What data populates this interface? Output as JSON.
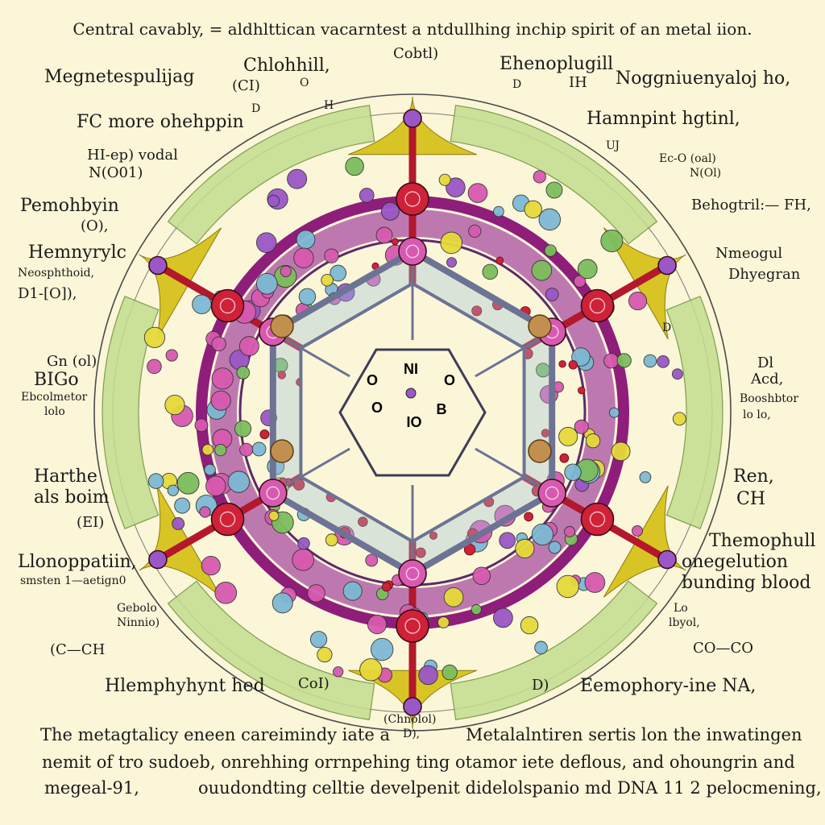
{
  "header": {
    "caption": "Central cavably, = aldhlttican vacarntest a ntdullhing inchip spirit of an metal iion."
  },
  "labels": {
    "left": [
      "Megnetespulijag",
      "FC more ohehppin",
      "HI-ep) vodal",
      "N(O01)",
      "Pemohbyin",
      "(O),",
      "Hemnyrylc",
      "Neosphthoid,",
      "D1-[O]),",
      "Gn (ol)",
      "BIGo",
      "Ebcolmetor",
      "lolo",
      "Harthe",
      "als boim",
      "(EI)",
      "Llonoppatiin,",
      "smsten 1—aetign0",
      "Gebolo",
      "Ninnio)",
      "(C—CH",
      "Hlemphyhynt hed",
      "CoI)"
    ],
    "top": [
      "Chlohhill,",
      "(CI)",
      "O",
      "D",
      "H",
      "Cobtl)",
      "Ehenoplugill",
      "D",
      "IH",
      "UJ"
    ],
    "right": [
      "Noggniuenyaloj ho,",
      "Hamnpint hgtinl,",
      "Ec-O (oal)",
      "N(Ol)",
      "Behogtril:— FH,",
      "Nmeogul",
      "Dhyegran",
      "D",
      "Dl",
      "Acd,",
      "Booshbtor",
      "lo lo,",
      "Ren,",
      "CH",
      "Themophull",
      "onegelution",
      "bunding blood",
      "Lo",
      "lbyol,",
      "CO—CO",
      "Eemophory-ine NA,",
      "D)"
    ],
    "bottom_center": [
      "(Chnolol)",
      "D),"
    ]
  },
  "center": {
    "top": "NI",
    "left": "O",
    "right": "O",
    "lower_left": "O",
    "lower_right": "B",
    "bottom": "IO"
  },
  "footer": {
    "line1_left": "The metagtalicy eneen careimindy iate a",
    "line1_right": "Metalalntiren sertis lon the inwatingen",
    "line2": "nemit of tro sudoeb, onrehhing orrnpehing ting otamor iete deflous, and ohoungrin and",
    "line3_left": "megeal-91,",
    "line3_right": "ouudondting celltie develpenit didelolspanio md DNA 11 2 pelocmening,"
  },
  "colors": {
    "background": "#fbf6d8",
    "ring_outer": "#8e1e7a",
    "ring_inner": "#a84fa2",
    "hex_frame": "#6c7394",
    "bond_red": "#b3182c",
    "atom_red": "#cf2137",
    "atom_pink": "#d85ab0",
    "atom_purple": "#9b57c6",
    "atom_green": "#7cbe5d",
    "atom_blue": "#7db9d4",
    "atom_yellow": "#e6d93a",
    "leaf_green": "#c3dd8e",
    "leaf_yellow": "#d8c425"
  }
}
